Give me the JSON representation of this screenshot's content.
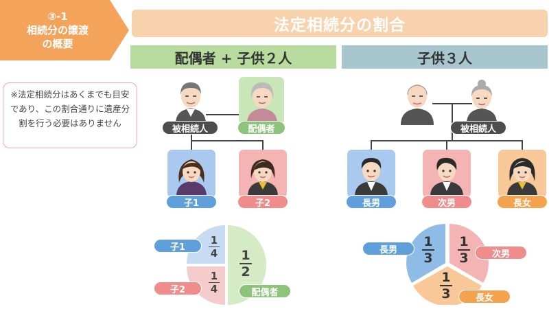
{
  "badge": {
    "line1": "③-1",
    "line2": "相続分の譲渡",
    "line3": "の概要",
    "color": "#f4a35a"
  },
  "title": "法定相続分の割合",
  "note": "※法定相続分はあくまでも目安であり、この割合通りに遺産分割を行う必要はありません",
  "left": {
    "header": "配偶者 + 子供２人",
    "people": {
      "deceased": "被相続人",
      "spouse": "配偶者",
      "child1": "子1",
      "child2": "子2"
    },
    "shares": {
      "child1": {
        "label": "子1",
        "num": "1",
        "den": "4"
      },
      "child2": {
        "label": "子2",
        "num": "1",
        "den": "4"
      },
      "spouse": {
        "label": "配偶者",
        "num": "1",
        "den": "2"
      }
    }
  },
  "right": {
    "header": "子供３人",
    "people": {
      "deceased": "被相続人",
      "eldest_son": "長男",
      "second_son": "次男",
      "eldest_daughter": "長女"
    },
    "shares": {
      "eldest_son": {
        "label": "長男",
        "num": "1",
        "den": "3"
      },
      "second_son": {
        "label": "次男",
        "num": "1",
        "den": "3"
      },
      "eldest_daughter": {
        "label": "長女",
        "num": "1",
        "den": "3"
      }
    }
  },
  "colors": {
    "green": "#8dc47a",
    "blue": "#5fa0dc",
    "red": "#f08c8c",
    "orange": "#f4a24e",
    "dark": "#4d4d4d",
    "title_bg": "#f8d2ad",
    "left_header": "#b8dca0",
    "right_header": "#a8c6ce"
  },
  "icons": [
    "grandpa-icon",
    "grandma-icon",
    "girl-icon",
    "woman-icon",
    "man-icon",
    "boy-icon",
    "young-woman-icon"
  ]
}
